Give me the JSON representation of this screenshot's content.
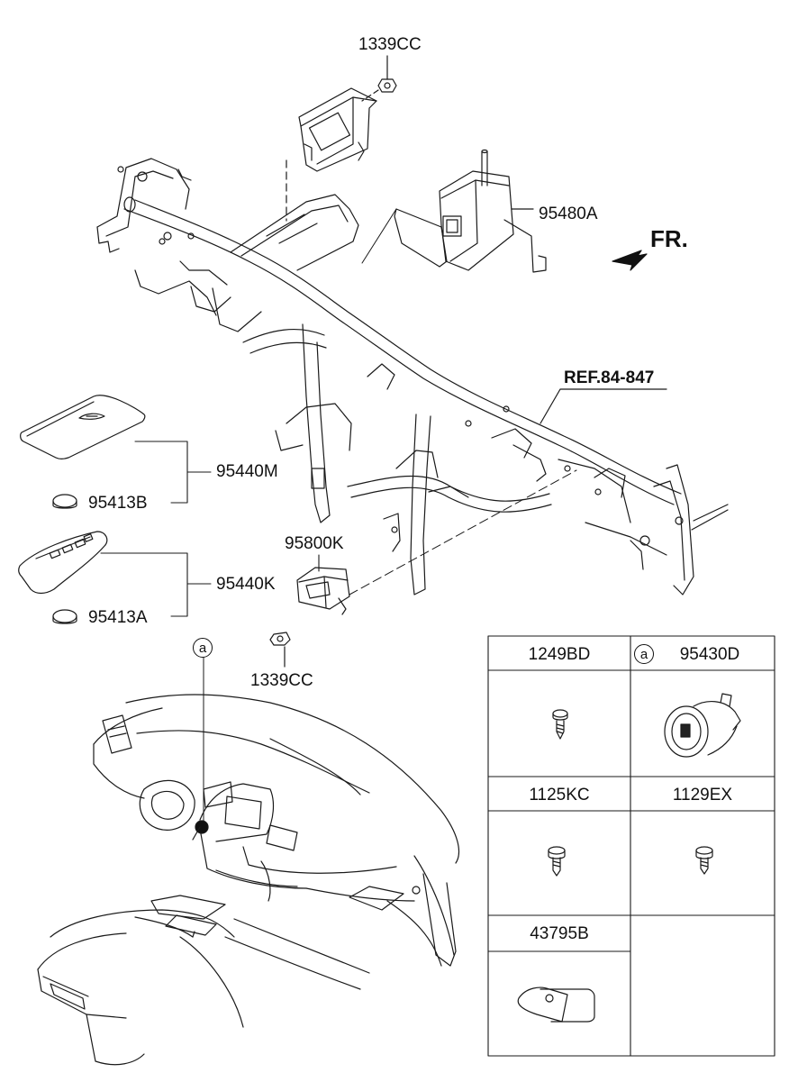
{
  "title": "",
  "direction": {
    "label": "FR."
  },
  "reference": {
    "label": "REF.84-847"
  },
  "callouts": {
    "nut_top": "1339CC",
    "module": "95480A",
    "smartkey_card": "95440M",
    "battery_card": "95413B",
    "smartkey_fob": "95440K",
    "battery_fob": "95413A",
    "antenna": "95800K",
    "nut_bottom": "1339CC",
    "marker": "a"
  },
  "parts_table": {
    "cells": [
      {
        "code": "1249BD",
        "marker": ""
      },
      {
        "code": "95430D",
        "marker": "a"
      },
      {
        "code": "1125KC",
        "marker": ""
      },
      {
        "code": "1129EX",
        "marker": ""
      },
      {
        "code": "43795B",
        "marker": ""
      }
    ]
  }
}
